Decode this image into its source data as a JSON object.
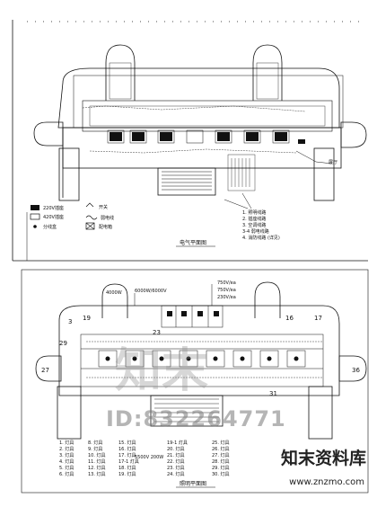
{
  "upper_plan": {
    "legend": [
      {
        "symbol": "outlet-icon",
        "text": "220V插座"
      },
      {
        "symbol": "outlet-icon",
        "text": "420V插座"
      },
      {
        "symbol": "dot-icon",
        "text": "分线盒"
      },
      {
        "symbol": "switch-icon",
        "text": "开关"
      },
      {
        "symbol": "wave-icon",
        "text": "弱电线"
      },
      {
        "symbol": "box-icon",
        "text": "配电箱"
      }
    ],
    "notes": [
      "1. 照明线路",
      "2. 插座线路",
      "3. 空调线路",
      "3-4 弱电线路",
      "4. 消防线路 (详见)"
    ],
    "title": "电气平面图",
    "side_label": "展厅"
  },
  "lower_plan": {
    "callouts": [
      "750V/ea",
      "750V/ea",
      "230V/ea",
      "4000W",
      "6000W/6000V"
    ],
    "room_numbers": [
      "3",
      "19",
      "16",
      "17",
      "27",
      "29",
      "36",
      "23",
      "31"
    ],
    "bottom_rating": "5500V 200W",
    "title": "照明平面图",
    "legend_cols": [
      [
        "1. 灯具",
        "2. 灯具",
        "3. 灯具",
        "4. 灯具",
        "5. 灯具",
        "6. 灯具"
      ],
      [
        "8. 灯具",
        "9. 灯具",
        "10. 灯具",
        "11. 灯具",
        "12. 灯具",
        "13. 灯具"
      ],
      [
        "15. 灯具",
        "16. 灯具",
        "17. 灯具",
        "17-1 灯具",
        "18. 灯具",
        "19. 灯具"
      ],
      [
        "19-1 灯具",
        "20. 灯具",
        "21. 灯具",
        "22. 灯具",
        "23. 灯具",
        "24. 灯具"
      ],
      [
        "25. 灯具",
        "26. 灯具",
        "27. 灯具",
        "28. 灯具",
        "29. 灯具",
        "30. 灯具"
      ]
    ]
  },
  "watermark": {
    "id_text": "ID:832264771",
    "brand": "知末资料库",
    "url": "www.znzmo.com",
    "mark": "知末"
  }
}
